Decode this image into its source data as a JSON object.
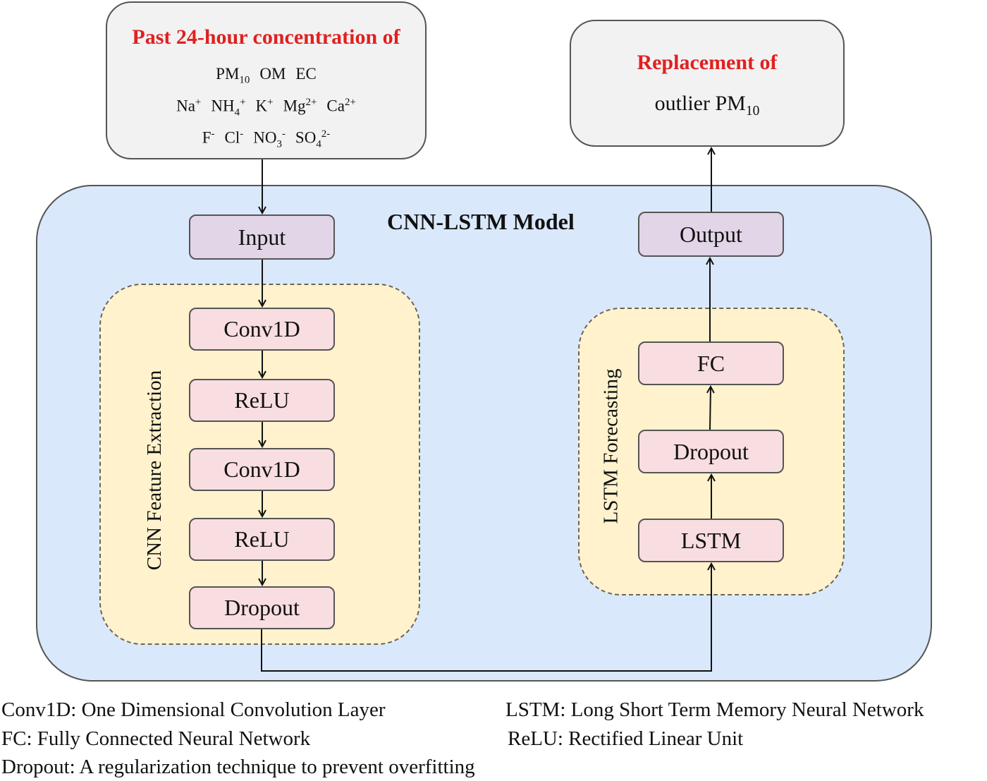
{
  "input_box": {
    "title": "Past 24-hour concentration of",
    "line1": [
      {
        "base": "PM",
        "sub": "10"
      },
      {
        "base": "OM"
      },
      {
        "base": "EC"
      }
    ],
    "line2": [
      {
        "base": "Na",
        "sup": "+"
      },
      {
        "base": "NH",
        "sub": "4",
        "sup": "+"
      },
      {
        "base": "K",
        "sup": "+"
      },
      {
        "base": "Mg",
        "sup": "2+"
      },
      {
        "base": "Ca",
        "sup": "2+"
      }
    ],
    "line3": [
      {
        "base": "F",
        "sup": "-"
      },
      {
        "base": "Cl",
        "sup": "-"
      },
      {
        "base": "NO",
        "sub": "3",
        "sup": "-"
      },
      {
        "base": "SO",
        "sub": "4",
        "sup": "2-"
      }
    ]
  },
  "output_box": {
    "title": "Replacement of",
    "text": "outlier PM",
    "text_sub": "10"
  },
  "model": {
    "title": "CNN-LSTM Model",
    "input_label": "Input",
    "output_label": "Output",
    "cnn_group": {
      "label": "CNN  Feature  Extraction",
      "layers": [
        "Conv1D",
        "ReLU",
        "Conv1D",
        "ReLU",
        "Dropout"
      ]
    },
    "lstm_group": {
      "label": "LSTM  Forecasting",
      "layers": [
        "FC",
        "Dropout",
        "LSTM"
      ]
    }
  },
  "legend": {
    "conv1d": "Conv1D: One Dimensional Convolution Layer",
    "lstm": "LSTM: Long Short Term Memory Neural Network",
    "fc": "FC: Fully Connected Neural Network",
    "relu": "ReLU: Rectified Linear Unit",
    "dropout": "Dropout: A regularization technique to prevent overfitting"
  },
  "colors": {
    "title_red": "#e02020",
    "model_bg": "#dae8fc",
    "group_bg": "#fff2cc",
    "io_node": "#e1d5e7",
    "layer_node": "#f8dde1",
    "top_box": "#f2f2f2"
  }
}
